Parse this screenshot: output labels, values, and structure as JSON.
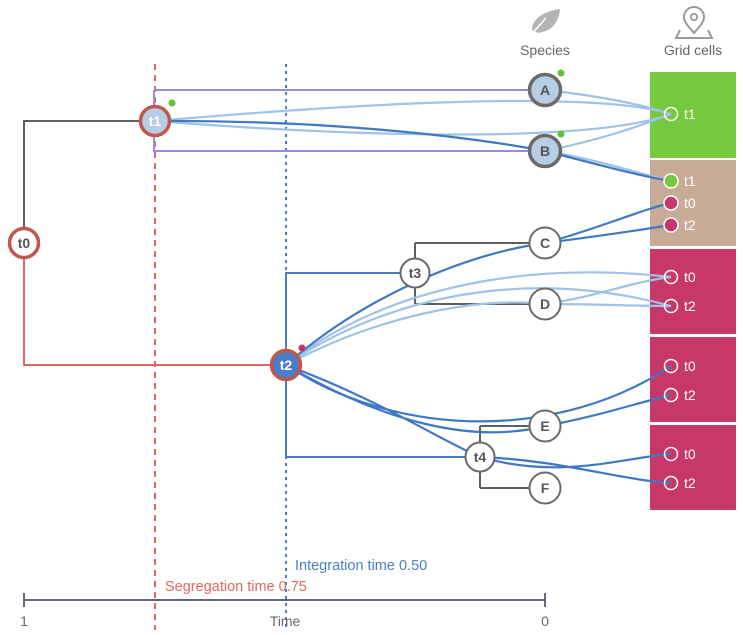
{
  "columns": {
    "species": {
      "label": "Species",
      "icon": "leaf-icon"
    },
    "grid_cells": {
      "label": "Grid cells",
      "icon": "map-pin-icon"
    }
  },
  "tree_nodes": {
    "t0": "t0",
    "t1": "t1",
    "t2": "t2",
    "t3": "t3",
    "t4": "t4"
  },
  "species": {
    "A": "A",
    "B": "B",
    "C": "C",
    "D": "D",
    "E": "E",
    "F": "F"
  },
  "grid_cells": [
    {
      "color": "#76c83f",
      "labels": [
        "t1"
      ]
    },
    {
      "color": "#c8ab96",
      "labels": [
        "t1",
        "t0",
        "t2"
      ]
    },
    {
      "color": "#c8376a",
      "labels": [
        "t0",
        "t2"
      ]
    },
    {
      "color": "#c8376a",
      "labels": [
        "t0",
        "t2"
      ]
    },
    {
      "color": "#c8376a",
      "labels": [
        "t0",
        "t2"
      ]
    }
  ],
  "time_axis": {
    "label": "Time",
    "start_label": "1",
    "end_label": "0",
    "segregation_label": "Segregation time 0.75",
    "integration_label": "Integration time 0.50",
    "segregation_value": 0.75,
    "integration_value": 0.5
  },
  "colors": {
    "tree_gray": "#5f5f5f",
    "segregation_red": "#e0685f",
    "integration_blue": "#4a7ec8",
    "link_blue": "#3f78c2",
    "link_light_blue": "#9ec3e6",
    "purple_box": "#9c8bd6",
    "green_dot": "#5cc33a",
    "magenta_dot": "#c8376a",
    "node_fill": "#b7cde6"
  }
}
